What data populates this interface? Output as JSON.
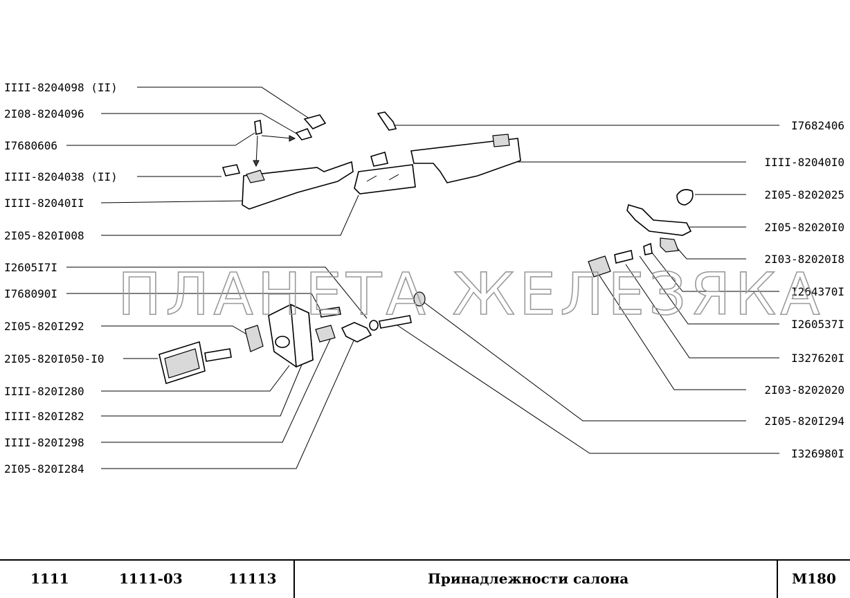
{
  "watermark": "ПЛАНЕТА ЖЕЛЕЗЯКА",
  "left_labels": [
    "IIII-8204098 (II)",
    "2I08-8204096",
    "I7680606",
    "IIII-8204038 (II)",
    "IIII-82040II",
    "2I05-820I008",
    "I2605I7I",
    "I768090I",
    "2I05-820I292",
    "2I05-820I050-I0",
    "IIII-820I280",
    "IIII-820I282",
    "IIII-820I298",
    "2I05-820I284"
  ],
  "right_labels": [
    "I7682406",
    "IIII-82040I0",
    "2I05-8202025",
    "2I05-82020I0",
    "2I03-82020I8",
    "I264370I",
    "I260537I",
    "I327620I",
    "2I03-8202020",
    "2I05-820I294",
    "I326980I"
  ],
  "footer": {
    "models": [
      "1111",
      "1111-03",
      "11113"
    ],
    "title": "Принадлежности салона",
    "code": "M180"
  }
}
